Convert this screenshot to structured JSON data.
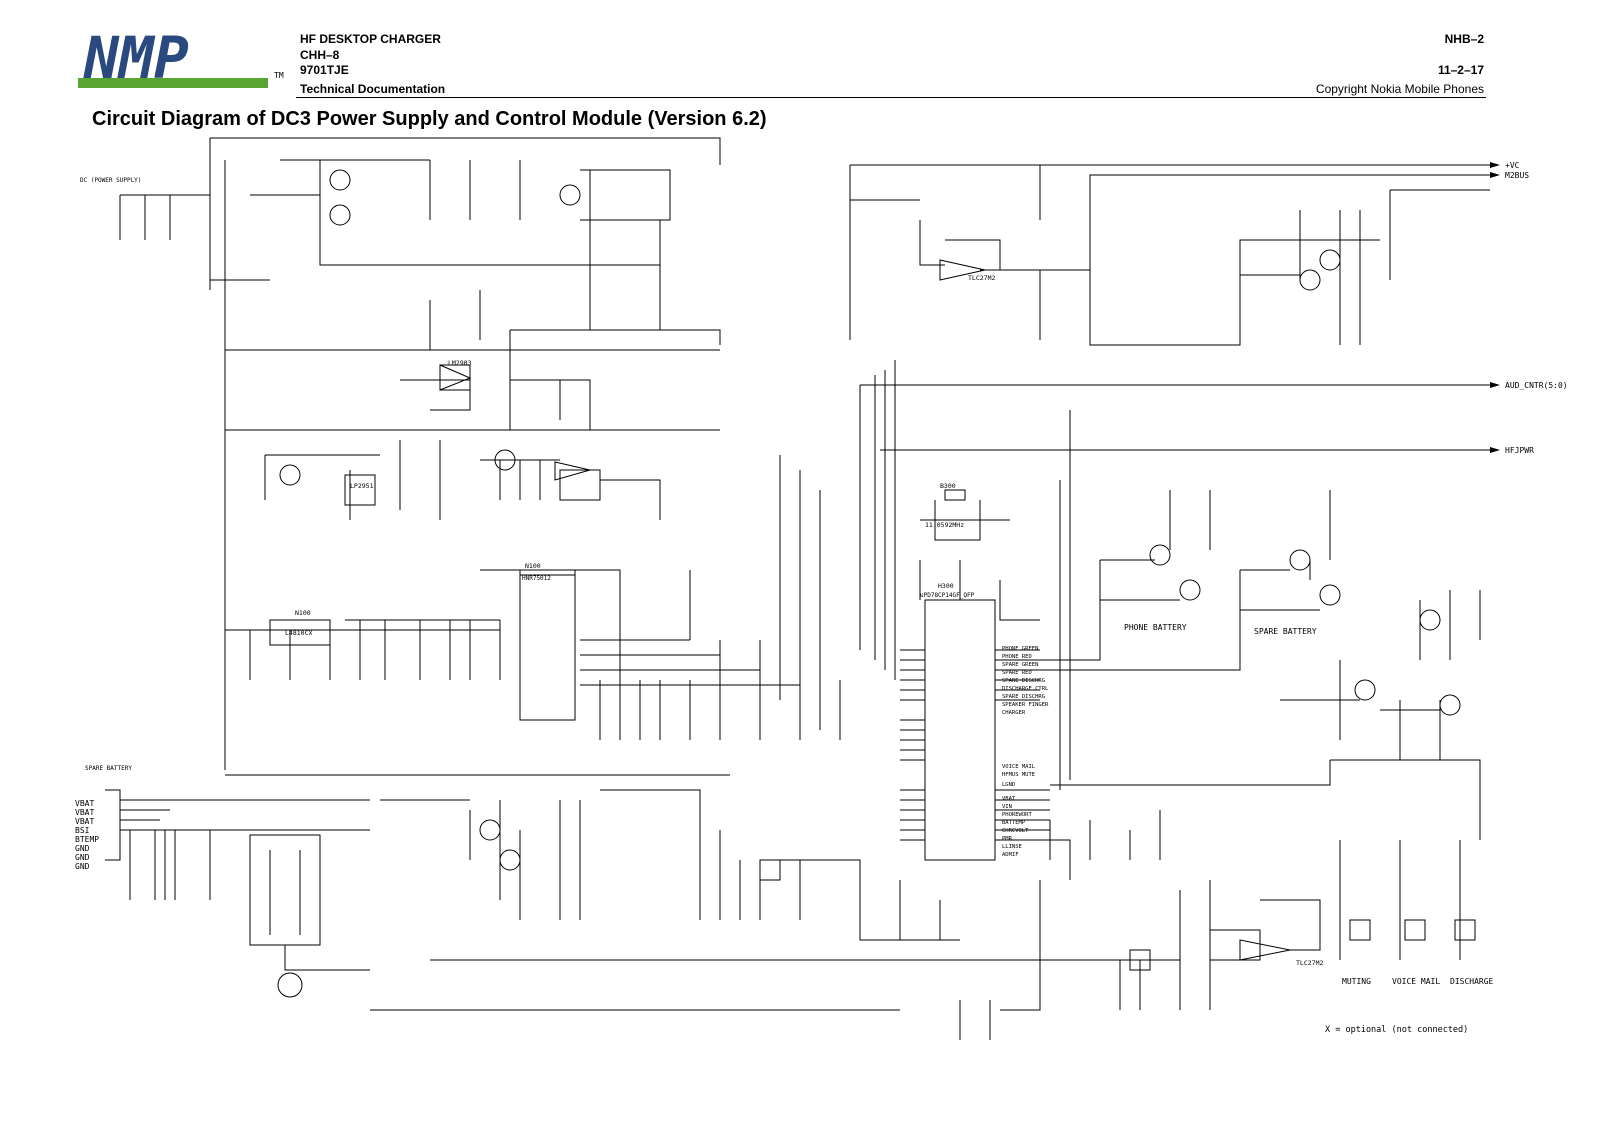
{
  "header": {
    "logo_text": "NMP",
    "product_line1": "HF DESKTOP CHARGER",
    "product_line2": "CHH–8",
    "product_line3": "9701TJE",
    "doc_type": "Technical Documentation",
    "doc_code": "NHB–2",
    "page_number": "11–2–17",
    "copyright": "Copyright  Nokia Mobile Phones"
  },
  "title": "Circuit Diagram of DC3 Power Supply and Control Module (Version 6.2)",
  "colors": {
    "logo_blue": "#2a4a7f",
    "logo_green": "#5aa532",
    "ink": "#000000"
  },
  "nets": {
    "vc": "+VC",
    "m2bus": "M2BUS",
    "aud_cntr": "AUD_CNTR(5:0)",
    "hfjpwr": "HFJPWR",
    "dc_power_supply": "DC (POWER SUPPLY)",
    "spare_battery": "SPARE BATTERY"
  },
  "battery_pins": [
    "VBAT",
    "VBAT",
    "VBAT",
    "BSI",
    "BTEMP",
    "GND",
    "GND",
    "GND"
  ],
  "components": {
    "ic_main": "H300",
    "ic_main_part": "uPD78CP14GF_QFP",
    "ic_charger": "N100",
    "ic_charger_part": "HNR75012",
    "ic_reg": "L4810CX",
    "ic_reg_ref": "N100",
    "ic_lm2903": "LM2903",
    "ic_lp2951": "LP2951",
    "ic_tlc27m2a": "TLC27M2",
    "ic_tlc27m2b": "TLC27M2",
    "crystal": "B300",
    "crystal_freq": "11.0592MHz",
    "q_phone_battery_label": "PHONE BATTERY",
    "q_spare_battery_label": "SPARE BATTERY",
    "muting": "MUTING",
    "voice_mail": "VOICE MAIL",
    "discharge": "DISCHARGE"
  },
  "mcu_right_pins": [
    "PHONE GREEN",
    "PHONE RED",
    "SPARE GREEN",
    "SPARE RED",
    "SPARE DISCHRG",
    "DISCHARGE CTRL",
    "SPARE DISCHRG",
    "SPEAKER FINGER",
    "CHARGER",
    "",
    "",
    "",
    "",
    "VOICE MAIL",
    "HFMUS MUTE",
    "LGND"
  ],
  "mcu_analog_pins": [
    "VBAT",
    "VIN",
    "PHOREWORT",
    "BATTEMP",
    "CHRCVOLT",
    "PMR",
    "LLINSE",
    "ADMIF"
  ],
  "notes": {
    "optional": "X = optional (not connected)"
  }
}
